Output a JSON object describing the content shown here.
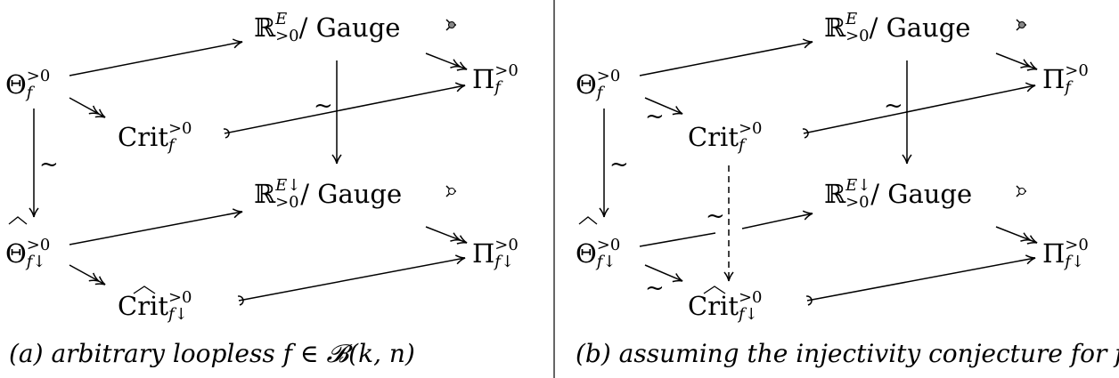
{
  "diagrams": [
    {
      "caption": "(a) arbitrary loopless f ∈ 𝓑(k, n)",
      "theta_label": "Θ",
      "theta_hat_label": "Θ̂",
      "crit_label": "Crit",
      "crit_hat_label": "Crit",
      "reals_label": "ℝ",
      "gauge_label": "/ Gauge",
      "pi_label": "Π",
      "positivity": ">0",
      "sub_f": "f",
      "sub_fdown": "f↓",
      "exp_E": "E",
      "exp_Edown": "E↓",
      "tilde": "~"
    },
    {
      "caption": "(b) assuming the injectivity conjecture for f",
      "theta_label": "Θ",
      "theta_hat_label": "Θ̂",
      "crit_label": "Crit",
      "crit_hat_label": "Crit",
      "reals_label": "ℝ",
      "gauge_label": "/ Gauge",
      "pi_label": "Π",
      "positivity": ">0",
      "sub_f": "f",
      "sub_fdown": "f↓",
      "exp_E": "E",
      "exp_Edown": "E↓",
      "tilde": "~"
    }
  ],
  "colors": {
    "ink": "#000000",
    "dot_filled": "#888888",
    "background": "#ffffff"
  }
}
